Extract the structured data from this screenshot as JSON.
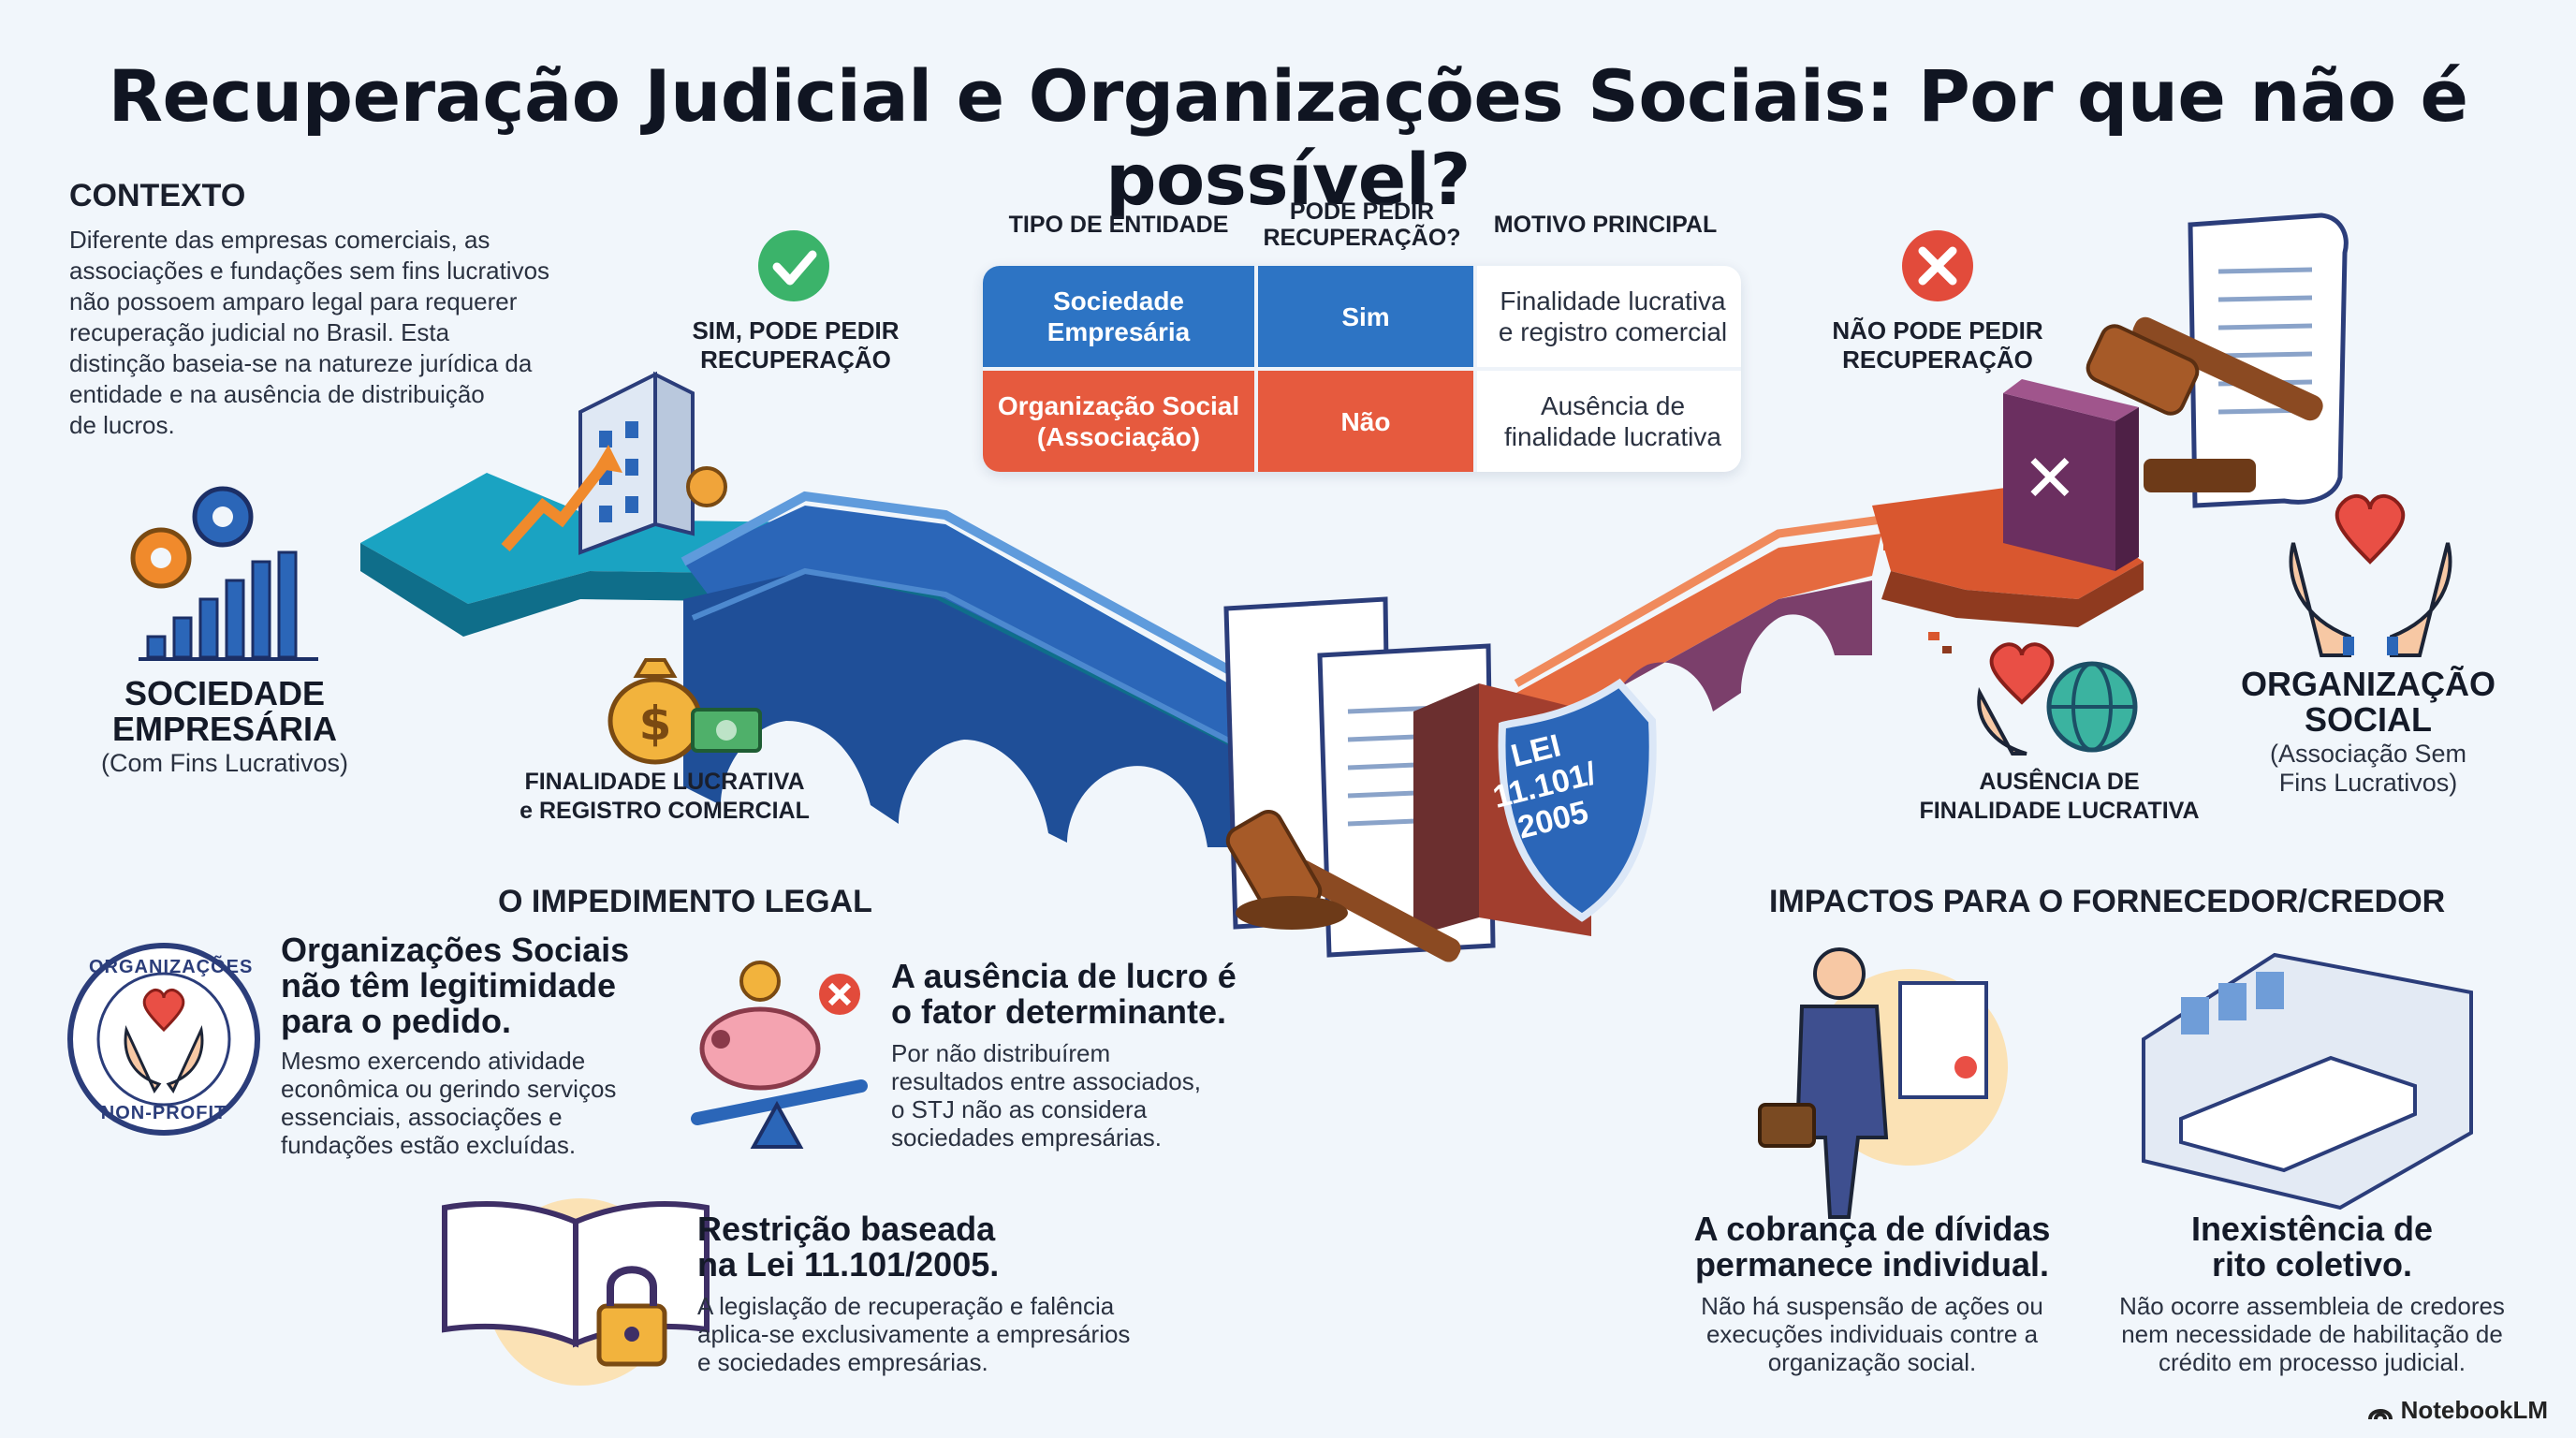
{
  "title": "Recuperação Judicial e Organizações Sociais: Por que não é possível?",
  "contexto": {
    "heading": "CONTEXTO",
    "lines": [
      "Diferente das empresas comerciais, as",
      "associações e fundações sem fins lucrativos",
      "não possoem amparo legal para requerer",
      "recuperação judicial no Brasil. Esta",
      "distinção baseia-se na natureze jurídica da",
      "entidade e na ausência de distribuição",
      "de lucros."
    ]
  },
  "left_side": {
    "sim_label_1": "SIM, PODE PEDIR",
    "sim_label_2": "RECUPERAÇÃO",
    "entity_1": "SOCIEDADE",
    "entity_2": "EMPRESÁRIA",
    "entity_sub": "(Com Fins Lucrativos)",
    "finalidade_1": "FINALIDADE LUCRATIVA",
    "finalidade_2": "e REGISTRO COMERCIAL"
  },
  "right_side": {
    "nao_label_1": "NÃO PODE PEDIR",
    "nao_label_2": "RECUPERAÇÃO",
    "entity_1": "ORGANIZAÇÃO",
    "entity_2": "SOCIAL",
    "entity_sub_1": "(Associação Sem",
    "entity_sub_2": "Fins Lucrativos)",
    "ausencia_1": "AUSÊNCIA DE",
    "ausencia_2": "FINALIDADE LUCRATIVA"
  },
  "table": {
    "headers": [
      "TIPO DE ENTIDADE",
      "PODE PEDIR RECUPERAÇÃO?",
      "MOTIVO PRINCIPAL"
    ],
    "header_2_lines": [
      "PODE PEDIR",
      "RECUPERAÇÃO?"
    ],
    "rows": [
      {
        "entidade_1": "Sociedade",
        "entidade_2": "Empresária",
        "pode": "Sim",
        "motivo_1": "Finalidade lucrativa",
        "motivo_2": "e registro comercial"
      },
      {
        "entidade_1": "Organização Social",
        "entidade_2": "(Associação)",
        "pode": "Não",
        "motivo_1": "Ausência de",
        "motivo_2": "finalidade lucrativa"
      }
    ]
  },
  "lei_shield_1": "LEI",
  "lei_shield_2": "11.101/",
  "lei_shield_3": "2005",
  "impedimento": {
    "heading": "O IMPEDIMENTO LEGAL",
    "badge_top": "ORGANIZAÇÕES",
    "badge_bottom": "NON-PROFIT",
    "card1": {
      "h": [
        "Organizações Sociais",
        "não têm legitimidade",
        "para o pedido."
      ],
      "p": [
        "Mesmo exercendo atividade",
        "econômica ou gerindo serviços",
        "essenciais, associações e",
        "fundações estão excluídas."
      ]
    },
    "card2": {
      "h": [
        "A ausência de lucro é",
        "o fator determinante."
      ],
      "p": [
        "Por não distribuírem",
        "resultados entre associados,",
        "o STJ não as considera",
        "sociedades empresárias."
      ]
    },
    "card3": {
      "h": [
        "Restrição baseada",
        "na Lei 11.101/2005."
      ],
      "p": [
        "A legislação de recuperação e falência",
        "aplica-se exclusivamente a empresários",
        "e sociedades empresárias."
      ]
    }
  },
  "impactos": {
    "heading": "IMPACTOS PARA O FORNECEDOR/CREDOR",
    "card1": {
      "h": [
        "A cobrança de dívidas",
        "permanece individual."
      ],
      "p": [
        "Não há suspensão de ações ou",
        "execuções individuais contre a",
        "organização social."
      ]
    },
    "card2": {
      "h": [
        "Inexistência de",
        "rito coletivo."
      ],
      "p": [
        "Não ocorre assembleia de credores",
        "nem necessidade de habilitação de",
        "crédito em processo judicial."
      ]
    }
  },
  "brand": "NotebookLM",
  "colors": {
    "blue": "#2d74c4",
    "red": "#e65a3e",
    "green": "#3bb36a",
    "navy": "#2b3d7a"
  }
}
